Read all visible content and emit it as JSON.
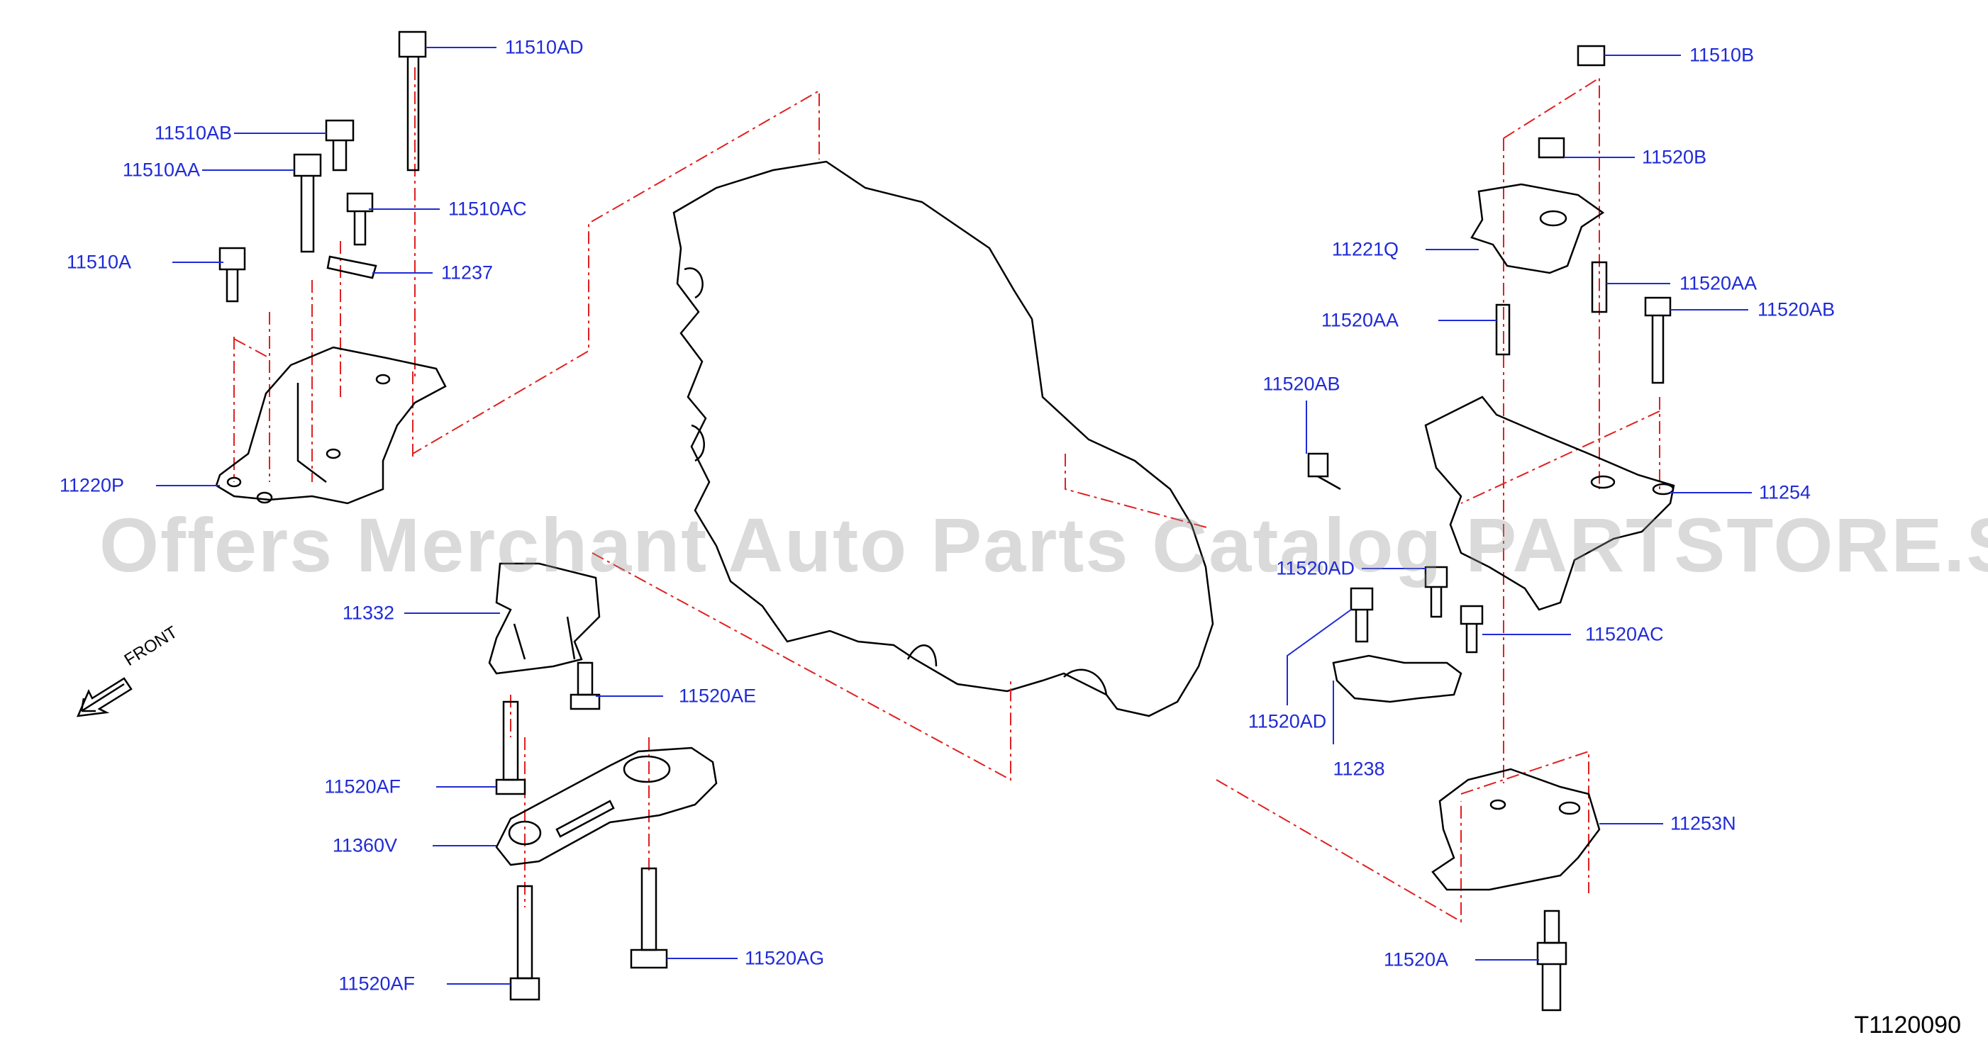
{
  "diagram": {
    "watermark": "Offers Merchant Auto Parts Catalog PARTSTORE.SA",
    "front_label": "FRONT",
    "code": "T1120090",
    "colors": {
      "label": "#1f2bd6",
      "dashed": "#e02020",
      "line": "#000000",
      "watermark": "#9a9a9a"
    },
    "labels": {
      "p11510AD": "11510AD",
      "p11510AB": "11510AB",
      "p11510AA": "11510AA",
      "p11510AC": "11510AC",
      "p11510A": "11510A",
      "p11237": "11237",
      "p11220P": "11220P",
      "p11332": "11332",
      "p11520AE": "11520AE",
      "p11520AF_top": "11520AF",
      "p11360V": "11360V",
      "p11520AF_bottom": "11520AF",
      "p11520AG": "11520AG",
      "p11510B": "11510B",
      "p11520B": "11520B",
      "p11221Q": "11221Q",
      "p11520AA_right": "11520AA",
      "p11520AA_left": "11520AA",
      "p11520AB_right": "11520AB",
      "p11520AB_left": "11520AB",
      "p11254": "11254",
      "p11520AD": "11520AD",
      "p11520AC": "11520AC",
      "p11520AD_lower": "11520AD",
      "p11238": "11238",
      "p11253N": "11253N",
      "p11520A": "11520A"
    }
  }
}
